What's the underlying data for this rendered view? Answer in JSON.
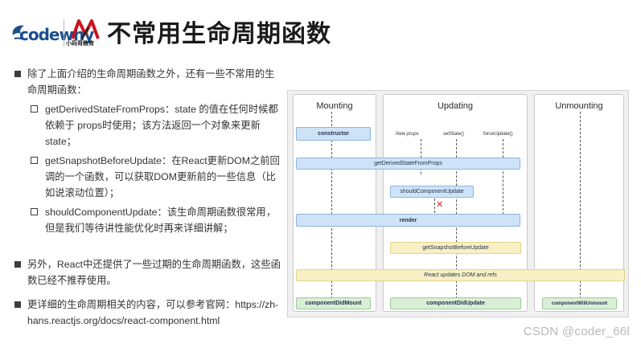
{
  "header": {
    "logo_text": "codewhy",
    "brand_sub": "小码哥教育",
    "title": "不常用生命周期函数"
  },
  "content": {
    "b1_text": "除了上面介绍的生命周期函数之外，还有一些不常用的生命周期函数：",
    "subs": [
      {
        "text": "getDerivedStateFromProps：state 的值在任何时候都依赖于 props时使用；该方法返回一个对象来更新state；"
      },
      {
        "text": "getSnapshotBeforeUpdate：在React更新DOM之前回调的一个函数，可以获取DOM更新前的一些信息（比如说滚动位置）；"
      },
      {
        "text": "shouldComponentUpdate：该生命周期函数很常用，但是我们等待讲性能优化时再来详细讲解；"
      }
    ],
    "b2_text": "另外，React中还提供了一些过期的生命周期函数，这些函数已经不推荐使用。",
    "b3_text": "更详细的生命周期相关的内容，可以参考官网：https://zh-hans.reactjs.org/docs/react-component.html"
  },
  "diagram": {
    "mounting": "Mounting",
    "updating": "Updating",
    "unmounting": "Unmounting",
    "constructor": "constructor",
    "new_props": "New props",
    "set_state": "setState()",
    "force_update": "forceUpdate()",
    "gdsfp": "getDerivedStateFromProps",
    "scu": "shouldComponentUpdate",
    "render": "render",
    "gsbu": "getSnapshotBeforeUpdate",
    "react_updates": "React updates DOM and refs",
    "cdm": "componentDidMount",
    "cdu": "componentDidUpdate",
    "cwu": "componentWillUnmount"
  },
  "watermark": "CSDN @coder_66l",
  "colors": {
    "blue": "#cfe3f8",
    "yellow": "#f8f0c4",
    "green": "#d8efd6",
    "cross": "#e02020"
  }
}
